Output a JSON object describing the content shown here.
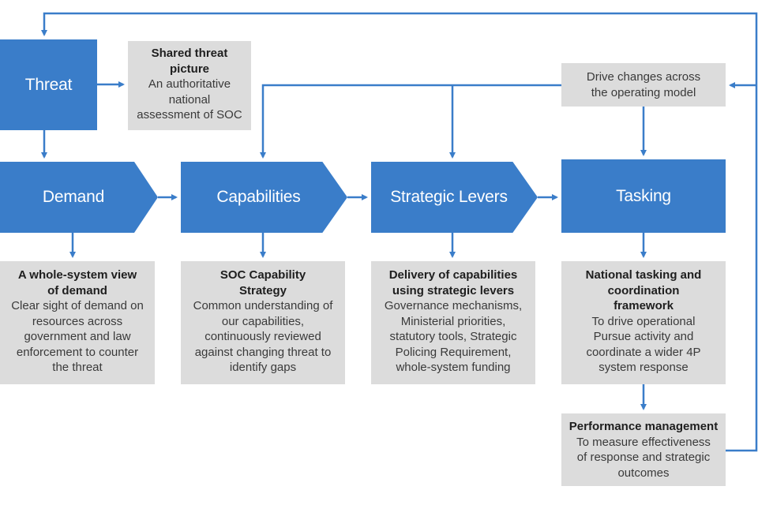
{
  "colors": {
    "accent": "#3a7dc9",
    "panel": "#dcdcdc",
    "text": "#2a2a2a"
  },
  "nodes": {
    "threat": {
      "label": "Threat"
    },
    "demand": {
      "label": "Demand"
    },
    "capabilities": {
      "label": "Capabilities"
    },
    "strategic_levers": {
      "label": "Strategic Levers"
    },
    "tasking": {
      "label": "Tasking"
    }
  },
  "notes": {
    "shared_threat": {
      "title": "Shared threat\npicture",
      "body": "An authoritative\nnational\nassessment of SOC"
    },
    "drive_changes": {
      "body": "Drive changes across\nthe operating model"
    },
    "demand_view": {
      "title": "A whole-system view\nof demand",
      "body": "Clear sight of demand on\nresources across\ngovernment and law\nenforcement to counter\nthe threat"
    },
    "capability_strategy": {
      "title": "SOC Capability\nStrategy",
      "body": "Common understanding of\nour capabilities,\ncontinuously reviewed\nagainst changing threat to\nidentify gaps"
    },
    "delivery": {
      "title": "Delivery of capabilities\nusing strategic levers",
      "body": "Governance mechanisms,\nMinisterial priorities,\nstatutory tools, Strategic\nPolicing Requirement,\nwhole-system funding"
    },
    "national_tasking": {
      "title": "National tasking and\ncoordination\nframework",
      "body": "To drive operational\nPursue activity and\ncoordinate a wider 4P\nsystem response"
    },
    "performance": {
      "title": "Performance management",
      "body": "To measure effectiveness\nof response and strategic\noutcomes"
    }
  }
}
